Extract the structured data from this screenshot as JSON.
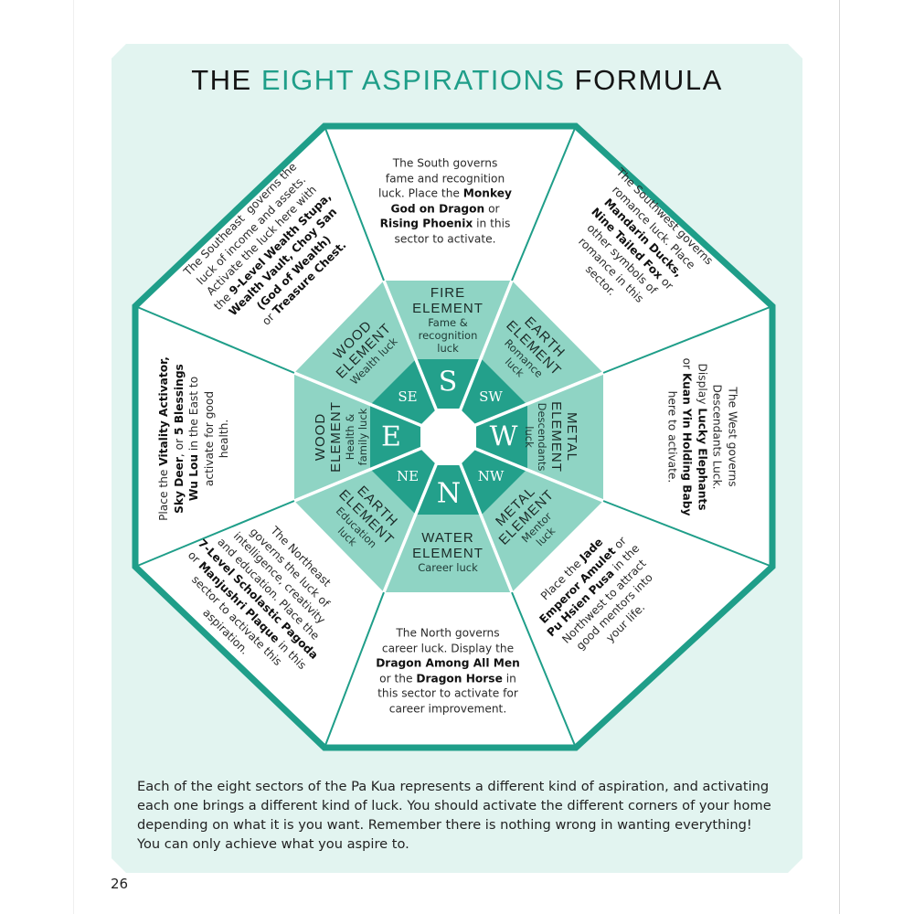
{
  "title": {
    "part1": "THE ",
    "accent": "EIGHT ASPIRATIONS",
    "part2": " FORMULA"
  },
  "colors": {
    "teal": "#1f9e89",
    "ring": "#8fd4c4",
    "core": "#23a08b",
    "card": "#e2f4f0"
  },
  "directions": {
    "S": "S",
    "SW": "SW",
    "W": "W",
    "NW": "NW",
    "N": "N",
    "NE": "NE",
    "E": "E",
    "SE": "SE"
  },
  "elements": {
    "south": {
      "title1": "FIRE",
      "title2": "ELEMENT",
      "sub": [
        "Fame &",
        "recognition",
        "luck"
      ]
    },
    "southwest": {
      "title1": "EARTH",
      "title2": "ELEMENT",
      "sub": [
        "Romance",
        "luck"
      ]
    },
    "west": {
      "title1": "METAL",
      "title2": "ELEMENT",
      "sub": [
        "Descendants",
        "luck"
      ]
    },
    "northwest": {
      "title1": "METAL",
      "title2": "ELEMENT",
      "sub": [
        "Mentor",
        "luck"
      ]
    },
    "north": {
      "title1": "WATER",
      "title2": "ELEMENT",
      "sub": [
        "Career luck"
      ]
    },
    "northeast": {
      "title1": "EARTH",
      "title2": "ELEMENT",
      "sub": [
        "Education",
        "luck"
      ]
    },
    "east": {
      "title1": "WOOD",
      "title2": "ELEMENT",
      "sub": [
        "Health &",
        "family luck"
      ]
    },
    "southeast": {
      "title1": "WOOD",
      "title2": "ELEMENT",
      "sub": [
        "Wealth luck"
      ]
    }
  },
  "sectors": {
    "south": [
      [
        [
          "The South governs",
          0
        ]
      ],
      [
        [
          "fame and recognition",
          0
        ]
      ],
      [
        [
          "luck. Place the ",
          0
        ],
        [
          "Monkey",
          1
        ]
      ],
      [
        [
          "God on Dragon",
          1
        ],
        [
          " or",
          0
        ]
      ],
      [
        [
          "Rising Phoenix",
          1
        ],
        [
          " in this",
          0
        ]
      ],
      [
        [
          "sector to activate.",
          0
        ]
      ]
    ],
    "southwest": [
      [
        [
          "The Southwest governs",
          0
        ]
      ],
      [
        [
          "romance luck. Place",
          0
        ]
      ],
      [
        [
          "Mandarin Ducks,",
          1
        ]
      ],
      [
        [
          "Nine Tailed Fox",
          1
        ],
        [
          " or",
          0
        ]
      ],
      [
        [
          "other symbols of",
          0
        ]
      ],
      [
        [
          "romance in this",
          0
        ]
      ],
      [
        [
          "sector.",
          0
        ]
      ]
    ],
    "west": [
      [
        [
          "The West governs",
          0
        ]
      ],
      [
        [
          "Descendants Luck.",
          0
        ]
      ],
      [
        [
          "Display ",
          0
        ],
        [
          "Lucky Elephants",
          1
        ]
      ],
      [
        [
          "or ",
          0
        ],
        [
          "Kuan Yin Holding Baby",
          1
        ]
      ],
      [
        [
          "here to activate.",
          0
        ]
      ]
    ],
    "northwest": [
      [
        [
          "Place the ",
          0
        ],
        [
          "Jade",
          1
        ]
      ],
      [
        [
          "Emperor Amulet",
          1
        ],
        [
          " or",
          0
        ]
      ],
      [
        [
          "Pu Hsien Pusa",
          1
        ],
        [
          " in the",
          0
        ]
      ],
      [
        [
          "Northwest to attract",
          0
        ]
      ],
      [
        [
          "good mentors into",
          0
        ]
      ],
      [
        [
          "your life.",
          0
        ]
      ]
    ],
    "north": [
      [
        [
          "The North governs",
          0
        ]
      ],
      [
        [
          "career luck. Display the",
          0
        ]
      ],
      [
        [
          "Dragon Among All Men",
          1
        ]
      ],
      [
        [
          "or the ",
          0
        ],
        [
          "Dragon Horse",
          1
        ],
        [
          " in",
          0
        ]
      ],
      [
        [
          "this sector to activate for",
          0
        ]
      ],
      [
        [
          "career improvement.",
          0
        ]
      ]
    ],
    "northeast": [
      [
        [
          "The Northeast",
          0
        ]
      ],
      [
        [
          "governs the luck of",
          0
        ]
      ],
      [
        [
          "intelligence, creativity",
          0
        ]
      ],
      [
        [
          "and education. Place the",
          0
        ]
      ],
      [
        [
          "7-Level Scholastic Pagoda",
          1
        ]
      ],
      [
        [
          "or ",
          0
        ],
        [
          "Manjushri Plaque",
          1
        ],
        [
          " in this",
          0
        ]
      ],
      [
        [
          "sector to activate this",
          0
        ]
      ],
      [
        [
          "aspiration.",
          0
        ]
      ]
    ],
    "east": [
      [
        [
          "Place the ",
          0
        ],
        [
          "Vitality Activator,",
          1
        ]
      ],
      [
        [
          "Sky Deer",
          1
        ],
        [
          ", or ",
          0
        ],
        [
          "5 Blessings",
          1
        ]
      ],
      [
        [
          "Wu Lou",
          1
        ],
        [
          " in the East to",
          0
        ]
      ],
      [
        [
          "activate for good",
          0
        ]
      ],
      [
        [
          "health.",
          0
        ]
      ]
    ],
    "southeast": [
      [
        [
          "The Southeast  governs the",
          0
        ]
      ],
      [
        [
          "luck of income and assets.",
          0
        ]
      ],
      [
        [
          "Activate the luck here with",
          0
        ]
      ],
      [
        [
          "the ",
          0
        ],
        [
          "9-Level Wealth Stupa,",
          1
        ]
      ],
      [
        [
          "Wealth Vault, Choy San",
          1
        ]
      ],
      [
        [
          "(God of Wealth)",
          1
        ]
      ],
      [
        [
          "or ",
          0
        ],
        [
          "Treasure Chest.",
          1
        ]
      ]
    ]
  },
  "paragraph": "Each of the eight sectors of the Pa Kua represents a different kind of aspiration, and activating each one brings a different kind of luck. You should activate the different corners of your home depending on what it is you want. Remember there is nothing wrong in wanting everything! You can only achieve what you aspire to.",
  "page_number": "26"
}
